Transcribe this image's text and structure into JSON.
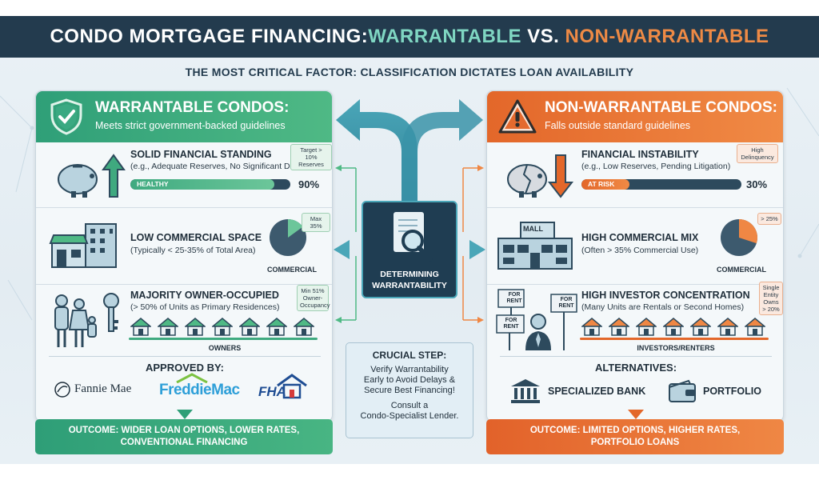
{
  "title": {
    "part1": "CONDO MORTGAGE FINANCING: ",
    "part2": "WARRANTABLE",
    "part3": " VS. ",
    "part4": "NON-WARRANTABLE"
  },
  "subtitle": "THE MOST CRITICAL FACTOR: CLASSIFICATION DICTATES LOAN AVAILABILITY",
  "colors": {
    "navy": "#233b4e",
    "green": "#2f9f78",
    "orange": "#e3672a",
    "teal": "#4aa6b8"
  },
  "left": {
    "icon": "shield-check-icon",
    "heading": "WARRANTABLE CONDOS:",
    "subheading": "Meets strict government-backed guidelines",
    "rows": [
      {
        "title": "SOLID FINANCIAL STANDING",
        "sub": "(e.g., Adequate Reserves, No Significant Debt)",
        "tag1": "Target > 10%",
        "tag2": "Reserves",
        "bar_label": "HEALTHY",
        "bar_value": "90%",
        "fill_fraction": 0.9,
        "icon": "piggy-bank-icon"
      },
      {
        "title": "LOW COMMERCIAL SPACE",
        "sub": "(Typically < 25-35% of Total Area)",
        "tag1": "Max 35%",
        "pie_label": "COMMERCIAL",
        "pie_fraction": 0.15,
        "icon": "storefront-building-icon"
      },
      {
        "title": "MAJORITY OWNER-OCCUPIED",
        "sub": "(> 50% of Units as Primary Residences)",
        "tag1": "Min 51%",
        "tag2": "Owner-",
        "tag3": "Occupancy",
        "group_label": "OWNERS",
        "icon": "family-key-icon"
      }
    ],
    "approved_title": "APPROVED BY:",
    "logos": [
      "Fannie Mae",
      "FreddieMac",
      "FHA"
    ],
    "outcome_line1": "OUTCOME: WIDER LOAN OPTIONS, LOWER RATES,",
    "outcome_line2": "CONVENTIONAL FINANCING"
  },
  "right": {
    "icon": "warning-triangle-icon",
    "heading": "NON-WARRANTABLE CONDOS:",
    "subheading": "Falls outside standard guidelines",
    "rows": [
      {
        "title": "FINANCIAL INSTABILITY",
        "sub": "(e.g., Low Reserves, Pending Litigation)",
        "tag1": "High",
        "tag2": "Delinquency",
        "bar_label": "AT RISK",
        "bar_value": "30%",
        "fill_fraction": 0.3,
        "icon": "broken-piggy-bank-icon"
      },
      {
        "title": "HIGH COMMERCIAL MIX",
        "sub": "(Often > 35% Commercial Use)",
        "tag1": "> 25%",
        "pie_label": "COMMERCIAL",
        "pie_fraction": 0.3,
        "mall_label": "MALL",
        "icon": "mall-building-icon"
      },
      {
        "title": "HIGH INVESTOR CONCENTRATION",
        "sub": "(Many Units are Rentals or Second Homes)",
        "tag1": "Single",
        "tag2": "Entity",
        "tag3": "Owns",
        "tag4": "> 20%",
        "group_label": "INVESTORS/RENTERS",
        "sign1": "FOR RENT",
        "sign2": "FOR RENT",
        "sign3": "FOR RENT",
        "icon": "investor-signs-icon"
      }
    ],
    "alternatives_title": "ALTERNATIVES:",
    "alt1": "SPECIALIZED BANK",
    "alt2": "PORTFOLIO",
    "outcome_line1": "OUTCOME: LIMITED OPTIONS, HIGHER RATES,",
    "outcome_line2": "PORTFOLIO LOANS"
  },
  "center": {
    "label1": "DETERMINING",
    "label2": "WARRANTABILITY",
    "icon": "document-magnifier-icon",
    "crucial_title": "CRUCIAL STEP:",
    "crucial_l1": "Verify Warrantability",
    "crucial_l2": "Early to Avoid Delays &",
    "crucial_l3": "Secure Best Financing!",
    "crucial_l4": "Consult a",
    "crucial_l5": "Condo-Specialist Lender."
  }
}
